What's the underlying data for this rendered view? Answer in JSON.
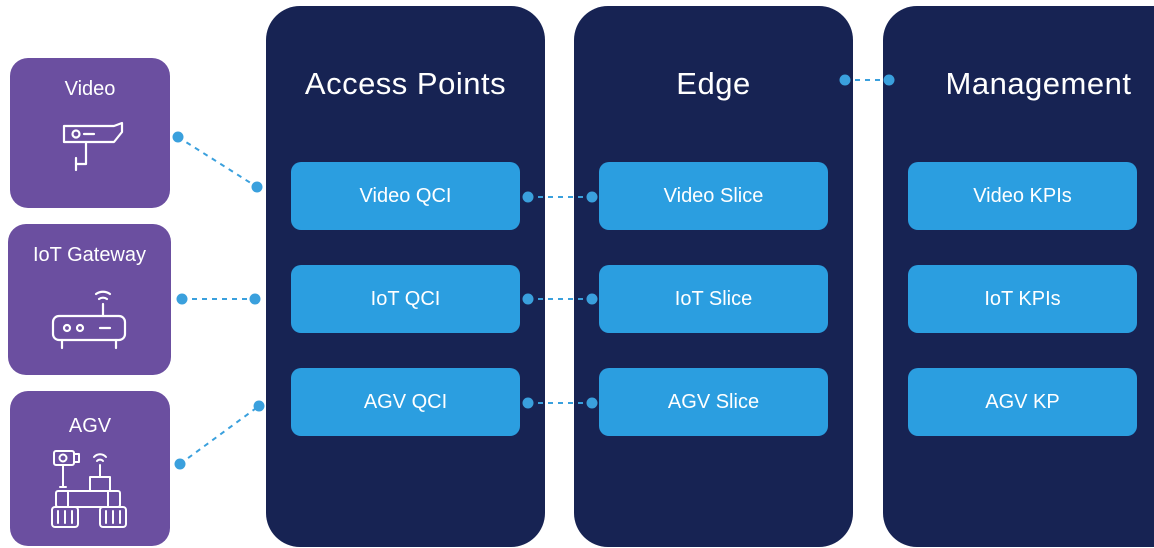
{
  "devices": [
    {
      "label": "Video",
      "icon": "security-camera-icon"
    },
    {
      "label": "IoT Gateway",
      "icon": "router-wifi-icon"
    },
    {
      "label": "AGV",
      "icon": "robot-vehicle-icon"
    }
  ],
  "columns": [
    {
      "title": "Access Points",
      "items": [
        "Video QCI",
        "IoT QCI",
        "AGV QCI"
      ]
    },
    {
      "title": "Edge",
      "items": [
        "Video Slice",
        "IoT Slice",
        "AGV Slice"
      ]
    },
    {
      "title": "Management",
      "items": [
        "Video KPIs",
        "IoT KPIs",
        "AGV KP"
      ]
    }
  ],
  "colors": {
    "device_bg": "#6b4fa0",
    "column_bg": "#172353",
    "box_bg": "#2b9ee0",
    "connector": "#3aa0dd"
  }
}
